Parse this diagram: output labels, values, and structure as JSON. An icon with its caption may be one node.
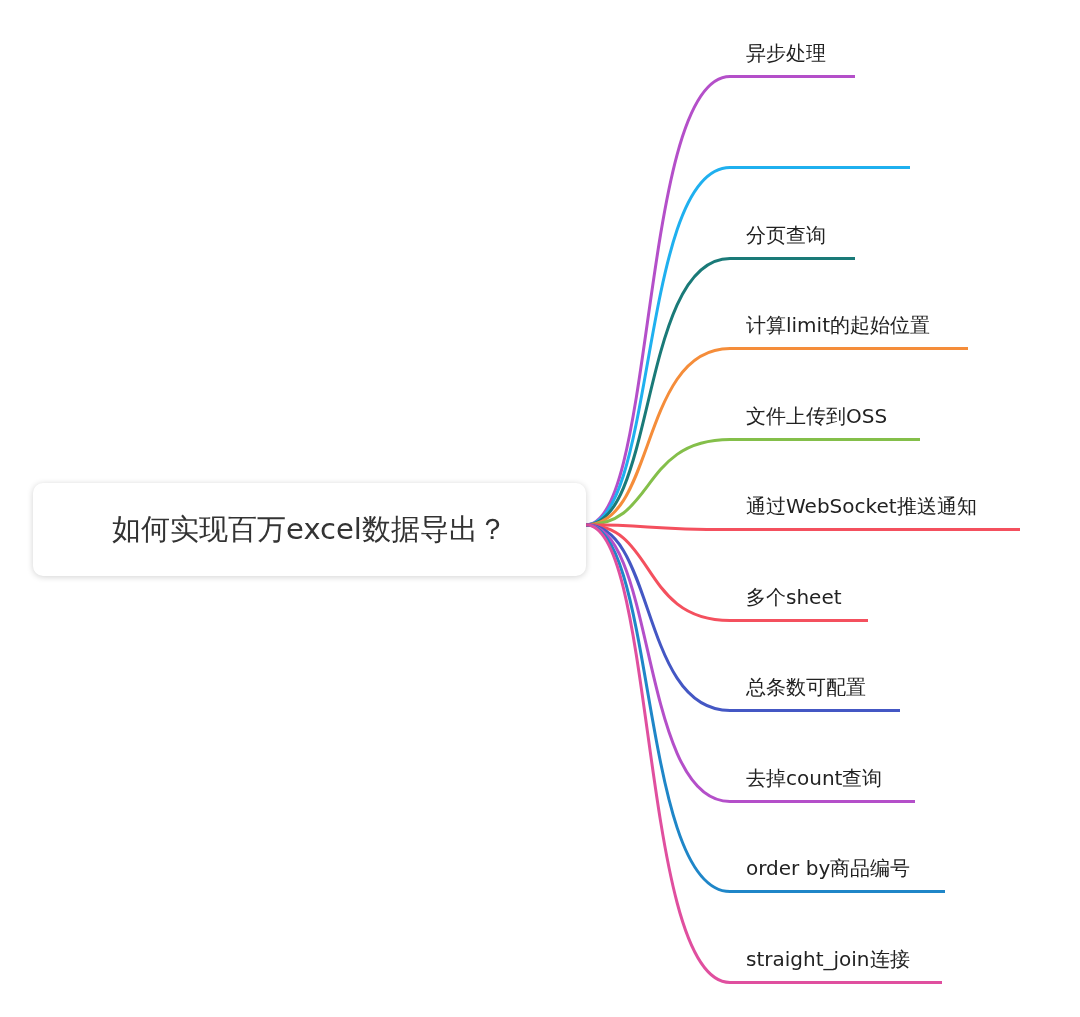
{
  "diagram": {
    "nodes": [
      {
        "text": [
          "如何实现百万excel数据导出？"
        ]
      },
      {
        "text": [
          "异步处理"
        ]
      },
      {
        "text": [],
        "shape": "bar"
      },
      {
        "text": [
          "分页查询"
        ]
      },
      {
        "text": [
          "计算limit的起始位置"
        ]
      },
      {
        "text": [
          "文件上传到OSS"
        ]
      },
      {
        "text": [
          "通过WebSocket推送通知"
        ]
      },
      {
        "text": [
          "多个sheet"
        ]
      },
      {
        "text": [
          "总条数可配置"
        ]
      },
      {
        "text": [
          "去掉count查询"
        ]
      },
      {
        "text": [
          "order by商品编号"
        ]
      },
      {
        "text": [
          "straight_join连接"
        ]
      }
    ],
    "edges": [
      {
        "from": 0,
        "to": 1,
        "arrow": "none",
        "color": "#b44fc9"
      },
      {
        "from": 0,
        "to": 2,
        "arrow": "none",
        "color": "#1fb0ef"
      },
      {
        "from": 0,
        "to": 3,
        "arrow": "none",
        "color": "#1a7a78"
      },
      {
        "from": 0,
        "to": 4,
        "arrow": "none",
        "color": "#f58d3a"
      },
      {
        "from": 0,
        "to": 5,
        "arrow": "none",
        "color": "#84bf4a"
      },
      {
        "from": 0,
        "to": 6,
        "arrow": "none",
        "color": "#f4505e"
      },
      {
        "from": 0,
        "to": 7,
        "arrow": "none",
        "color": "#f4505e"
      },
      {
        "from": 0,
        "to": 8,
        "arrow": "none",
        "color": "#4457c4"
      },
      {
        "from": 0,
        "to": 9,
        "arrow": "none",
        "color": "#b44fc9"
      },
      {
        "from": 0,
        "to": 10,
        "arrow": "none",
        "color": "#1f86c8"
      },
      {
        "from": 0,
        "to": 11,
        "arrow": "none",
        "color": "#e04f9f"
      }
    ]
  }
}
